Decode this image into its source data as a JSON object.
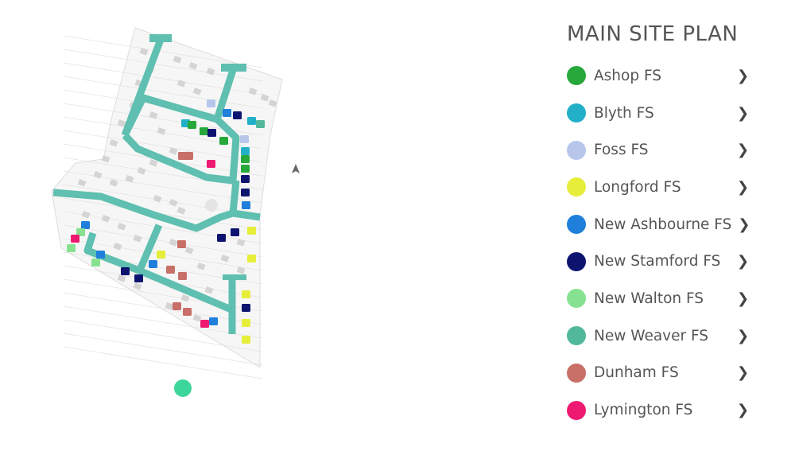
{
  "legend": {
    "title": "MAIN SITE PLAN",
    "items": [
      {
        "label": "Ashop FS",
        "color": "#27a83a",
        "icon": "chevron-right-icon"
      },
      {
        "label": "Blyth FS",
        "color": "#22b0c8",
        "icon": "chevron-right-icon"
      },
      {
        "label": "Foss FS",
        "color": "#b8c6ec",
        "icon": "chevron-right-icon"
      },
      {
        "label": "Longford FS",
        "color": "#e6ee3a",
        "icon": "chevron-right-icon"
      },
      {
        "label": "New Ashbourne FS",
        "color": "#1f7fdb",
        "icon": "chevron-right-icon"
      },
      {
        "label": "New Stamford FS",
        "color": "#0d1470",
        "icon": "chevron-right-icon"
      },
      {
        "label": "New Walton FS",
        "color": "#86e290",
        "icon": "chevron-right-icon"
      },
      {
        "label": "New Weaver FS",
        "color": "#52b89c",
        "icon": "chevron-right-icon"
      },
      {
        "label": "Dunham FS",
        "color": "#c87068",
        "icon": "chevron-right-icon"
      },
      {
        "label": "Lymington FS",
        "color": "#ee1a72",
        "icon": "chevron-right-icon"
      }
    ]
  },
  "map": {
    "road_color": "#5fbfb0",
    "marker_color": "#3dd69a"
  }
}
